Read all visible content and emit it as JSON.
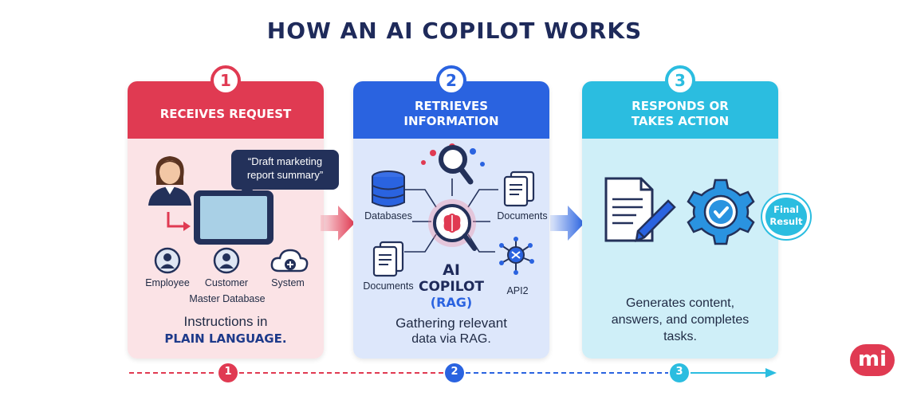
{
  "title": "HOW AN AI COPILOT WORKS",
  "steps": [
    {
      "number": "1",
      "heading": "RECEIVES REQUEST",
      "bubble": "“Draft marketing report summary”",
      "sources": [
        "Employee",
        "Customer",
        "System"
      ],
      "source_caption": "Master Database",
      "caption_line1": "Instructions in",
      "caption_line2": "PLAIN LANGUAGE."
    },
    {
      "number": "2",
      "heading": "RETRIEVES\nINFORMATION",
      "sources": [
        "Databases",
        "Documents",
        "Documents",
        "API2"
      ],
      "center_line1": "AI",
      "center_line2": "COPILOT",
      "center_line3": "(RAG)",
      "caption_line1": "Gathering relevant",
      "caption_line2": "data via RAG."
    },
    {
      "number": "3",
      "heading": "RESPONDS OR\nTAKES ACTION",
      "badge_line1": "Final",
      "badge_line2": "Result",
      "caption_line1": "Generates content,",
      "caption_line2": "answers, and completes",
      "caption_line3": "tasks."
    }
  ],
  "timeline": [
    "1",
    "2",
    "3"
  ],
  "colors": {
    "step1": "#e03a52",
    "step2": "#2a63e0",
    "step3": "#2bbde0",
    "navy": "#1e2a5a"
  },
  "logo_text": "mi"
}
